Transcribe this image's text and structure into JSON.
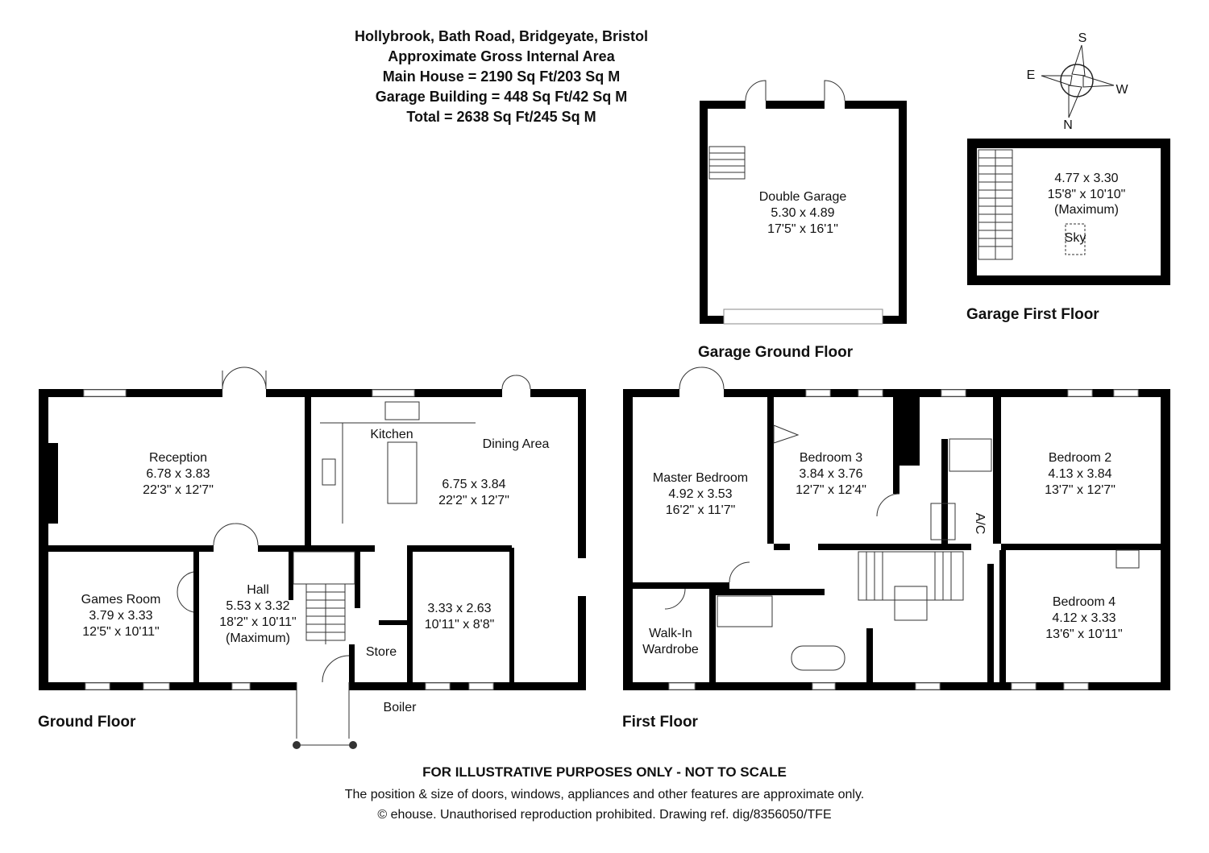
{
  "header": {
    "title": "Hollybrook, Bath Road, Bridgeyate, Bristol",
    "subtitle": "Approximate Gross Internal Area",
    "main_house": "Main House = 2190 Sq Ft/203 Sq M",
    "garage_building": "Garage Building = 448 Sq Ft/42 Sq M",
    "total": "Total = 2638 Sq Ft/245 Sq M"
  },
  "compass": {
    "s": "S",
    "e": "E",
    "w": "W",
    "n": "N"
  },
  "garage_ground": {
    "label": "Garage Ground Floor",
    "rooms": [
      {
        "name": "Double Garage",
        "metric": "5.30 x 4.89",
        "imperial": "17'5\" x 16'1\""
      }
    ]
  },
  "garage_first": {
    "label": "Garage First Floor",
    "room": {
      "metric": "4.77 x 3.30",
      "imperial": "15'8\" x 10'10\"",
      "note": "(Maximum)",
      "sky": "Sky"
    }
  },
  "ground_floor": {
    "label": "Ground Floor",
    "reception": {
      "name": "Reception",
      "metric": "6.78 x 3.83",
      "imperial": "22'3\" x 12'7\""
    },
    "kitchen": {
      "name": "Kitchen",
      "dining": "Dining Area",
      "metric": "6.75 x 3.84",
      "imperial": "22'2\" x 12'7\""
    },
    "games": {
      "name": "Games Room",
      "metric": "3.79 x 3.33",
      "imperial": "12'5\" x 10'11\""
    },
    "hall": {
      "name": "Hall",
      "metric": "5.53 x 3.32",
      "imperial": "18'2\" x 10'11\"",
      "note": "(Maximum)"
    },
    "study": {
      "metric": "3.33 x 2.63",
      "imperial": "10'11\" x 8'8\""
    },
    "store": "Store",
    "boiler": "Boiler"
  },
  "first_floor": {
    "label": "First Floor",
    "master": {
      "name": "Master Bedroom",
      "metric": "4.92 x 3.53",
      "imperial": "16'2\" x 11'7\""
    },
    "bed3": {
      "name": "Bedroom 3",
      "metric": "3.84 x 3.76",
      "imperial": "12'7\" x 12'4\""
    },
    "bed2": {
      "name": "Bedroom 2",
      "metric": "4.13 x 3.84",
      "imperial": "13'7\" x 12'7\""
    },
    "bed4": {
      "name": "Bedroom 4",
      "metric": "4.12 x 3.33",
      "imperial": "13'6\" x 10'11\""
    },
    "wardrobe": {
      "line1": "Walk-In",
      "line2": "Wardrobe"
    },
    "ac": "A/C"
  },
  "footer": {
    "disclaimer": "FOR ILLUSTRATIVE PURPOSES ONLY - NOT TO SCALE",
    "note": "The position & size of doors, windows, appliances and other features are approximate only.",
    "copyright": "© ehouse. Unauthorised reproduction prohibited. Drawing ref. dig/8356050/TFE"
  }
}
